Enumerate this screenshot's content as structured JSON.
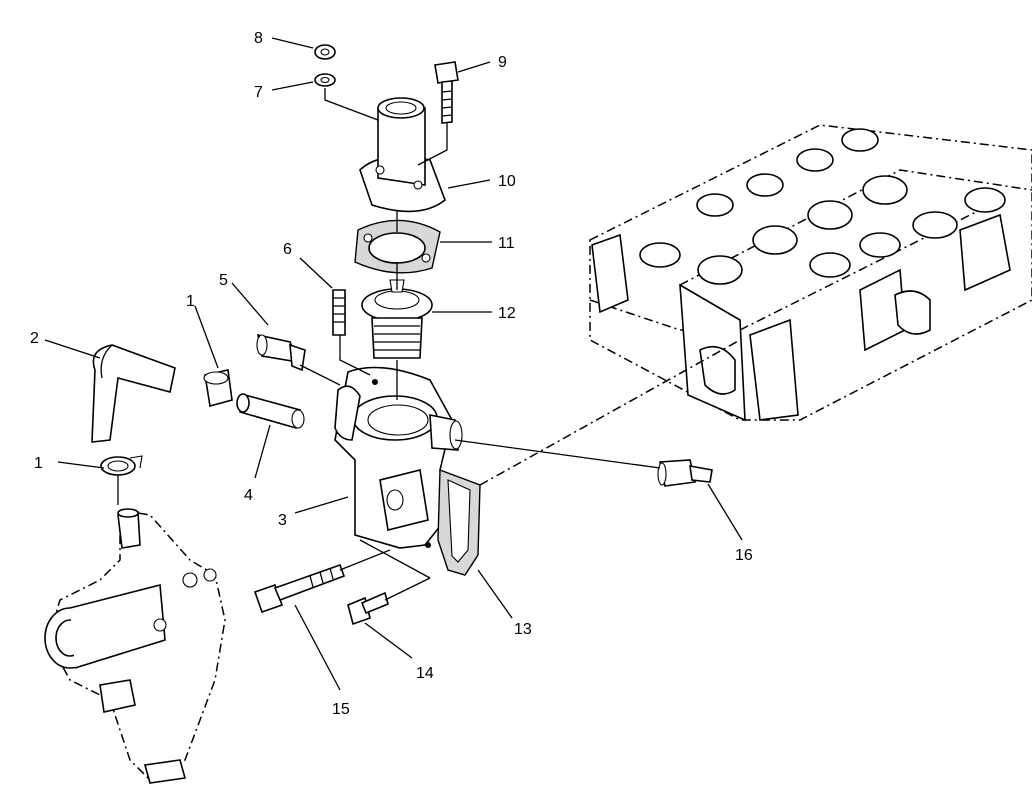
{
  "callouts": {
    "c1a": "1",
    "c1b": "1",
    "c2": "2",
    "c3": "3",
    "c4": "4",
    "c5": "5",
    "c6": "6",
    "c7": "7",
    "c8": "8",
    "c9": "9",
    "c10": "10",
    "c11": "11",
    "c12": "12",
    "c13": "13",
    "c14": "14",
    "c15": "15",
    "c16": "16"
  }
}
